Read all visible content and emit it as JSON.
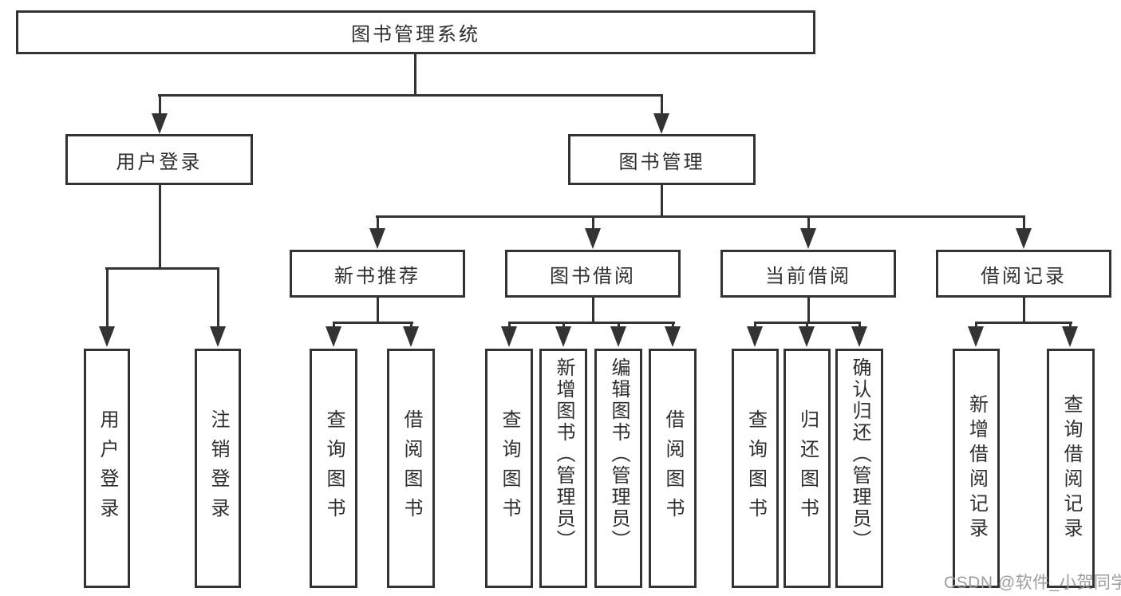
{
  "diagram": {
    "root": "图书管理系统",
    "level1": {
      "user_login": "用户登录",
      "book_mgmt": "图书管理"
    },
    "level2": {
      "new_books": "新书推荐",
      "borrowing": "图书借阅",
      "current": "当前借阅",
      "records": "借阅记录"
    },
    "level3": {
      "login": {
        "user_login": "用户登录",
        "logout": "注销登录"
      },
      "new_books": {
        "query": "查询图书",
        "borrow": "借阅图书"
      },
      "borrowing": {
        "query": "查询图书",
        "add": "新增图书（管理员）",
        "edit": "编辑图书（管理员）",
        "borrow": "借阅图书"
      },
      "current": {
        "query": "查询图书",
        "return": "归还图书",
        "confirm": "确认归还（管理员）"
      },
      "records": {
        "add": "新增借阅记录",
        "query": "查询借阅记录"
      }
    }
  },
  "watermark": {
    "text": "CSDN @软件_小贺同学"
  },
  "colors": {
    "line": "#333333",
    "box_fill": "#ffffff",
    "text": "#2f2f2f",
    "watermark": "#9c9c9c"
  }
}
